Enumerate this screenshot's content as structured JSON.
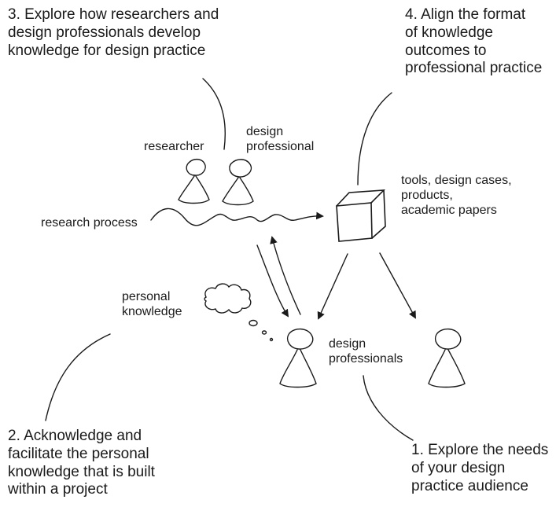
{
  "steps": {
    "step1": [
      "1. Explore the needs",
      "of your design",
      "practice audience"
    ],
    "step2": [
      "2. Acknowledge and",
      "facilitate the personal",
      "knowledge that is built",
      "within a project"
    ],
    "step3": [
      "3. Explore how researchers and",
      "design professionals develop",
      "knowledge for design practice"
    ],
    "step4": [
      "4. Align the format",
      "of knowledge",
      "outcomes to",
      "professional practice"
    ]
  },
  "labels": {
    "researcher": "researcher",
    "design_professional": [
      "design",
      "professional"
    ],
    "research_process": "research process",
    "outcomes": [
      "tools, design cases,",
      "products,",
      "academic papers"
    ],
    "personal_knowledge": [
      "personal",
      "knowledge"
    ],
    "design_professionals": [
      "design",
      "professionals"
    ]
  },
  "colors": {
    "ink": "#1a1a1a",
    "background": "#ffffff"
  },
  "icons": [
    "person-icon",
    "cube-icon",
    "thought-cloud-icon",
    "arrow-icon"
  ]
}
